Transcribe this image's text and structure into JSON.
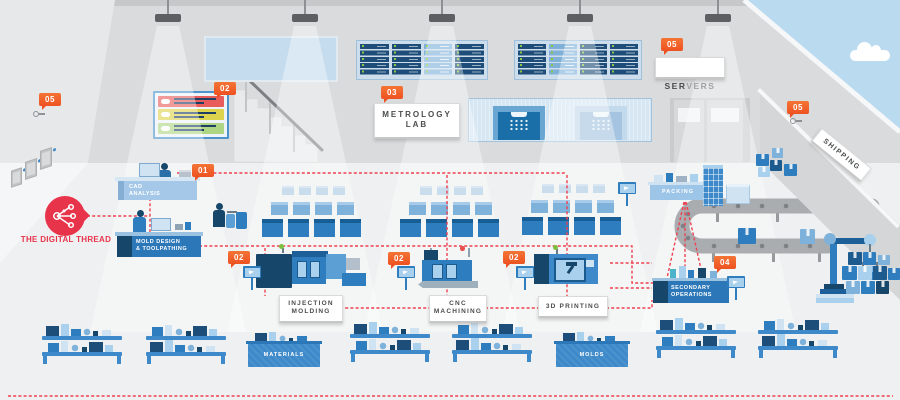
{
  "title": "THE DIGITAL THREAD",
  "badges": {
    "n01": "01",
    "n02": "02",
    "n03": "03",
    "n04": "04",
    "n05": "05"
  },
  "labels": {
    "cad": "CAD\nANALYSIS",
    "mold": "MOLD DESIGN\n& TOOLPATHING",
    "injection": "INJECTION\nMOLDING",
    "cnc": "CNC\nMACHINING",
    "printing3d": "3D PRINTING",
    "metrology": "METROLOGY\nLAB",
    "servers_dark": "SER",
    "servers_light": "VERS",
    "packing": "PACKING",
    "secondary": "SECONDARY\nOPERATIONS",
    "shipping": "SHIPPING",
    "materials": "MATERIALS",
    "molds": "MOLDS"
  },
  "colors": {
    "badge_orange": "#f15a24",
    "thread_red": "#e8344a",
    "dashed_line_red": "#ef4050",
    "machine_blue": "#2d7dbf",
    "navy_blue": "#17466b",
    "light_blue": "#a9d0ec",
    "led_green": "#8dc63f",
    "wall_gray": "#d9dbdd",
    "sign_text": "#4a4c4e"
  }
}
